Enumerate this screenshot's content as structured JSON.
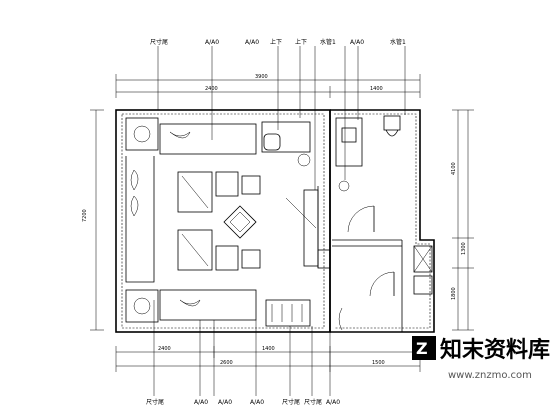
{
  "callouts_top": [
    "尺寸尾",
    "A/A0",
    "A/A0",
    "上下",
    "上下",
    "水管1",
    "A/A0",
    "水管1"
  ],
  "callouts_bottom": [
    "尺寸尾",
    "A/A0",
    "A/A0",
    "A/A0",
    "尺寸尾",
    "尺寸尾",
    "A/A0"
  ],
  "dims": {
    "top_overall": "3900",
    "top_left": "2400",
    "top_right": "1400",
    "left_overall": "7200",
    "right_upper": "4100",
    "right_mid": "1300",
    "right_lower": "1800",
    "bottom_left": "2400",
    "bottom_mid": "1400",
    "bottom_right": "2600",
    "bottom_far": "1500"
  },
  "watermark": {
    "name": "知末资料库",
    "url": "www.znzmo.com"
  }
}
